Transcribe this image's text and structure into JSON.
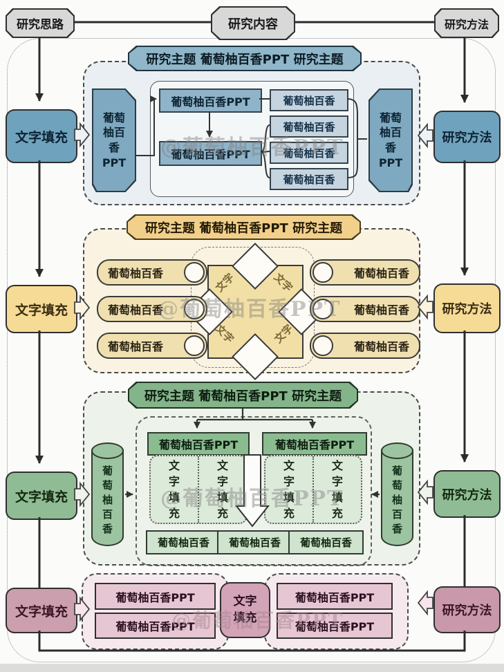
{
  "header": {
    "left": "研究思路",
    "center": "研究内容",
    "right": "研究方法"
  },
  "side": {
    "text_fill": "文字填充",
    "method": "研究方法"
  },
  "labels": {
    "section_title": "研究主题  葡萄柚百香PPT  研究主题",
    "brand": "葡萄柚百香",
    "brand_ppt": "葡萄柚百香PPT",
    "brand_tall": "葡萄\n柚百\n香\nPPT",
    "brand_vertical": "葡\n萄\n柚\n百\n香",
    "text_fill_vertical": "文\n字\n填\n充",
    "text_fill_wrap": "文字\n填充",
    "text_word": "文字",
    "watermark": "@葡萄柚百香PPT"
  },
  "colors": {
    "node_gray": "#d8d8d8",
    "blue_accent": "#74a5bf",
    "blue_light": "#c5d4df",
    "yellow_accent": "#f2d08b",
    "yellow_light": "#f0e0b0",
    "green_accent": "#84b48a",
    "green_light": "#cfe3cf",
    "pink_accent": "#d3a3b7",
    "pink_light": "#e7c6d3",
    "line_dark": "#2b2b2b"
  }
}
